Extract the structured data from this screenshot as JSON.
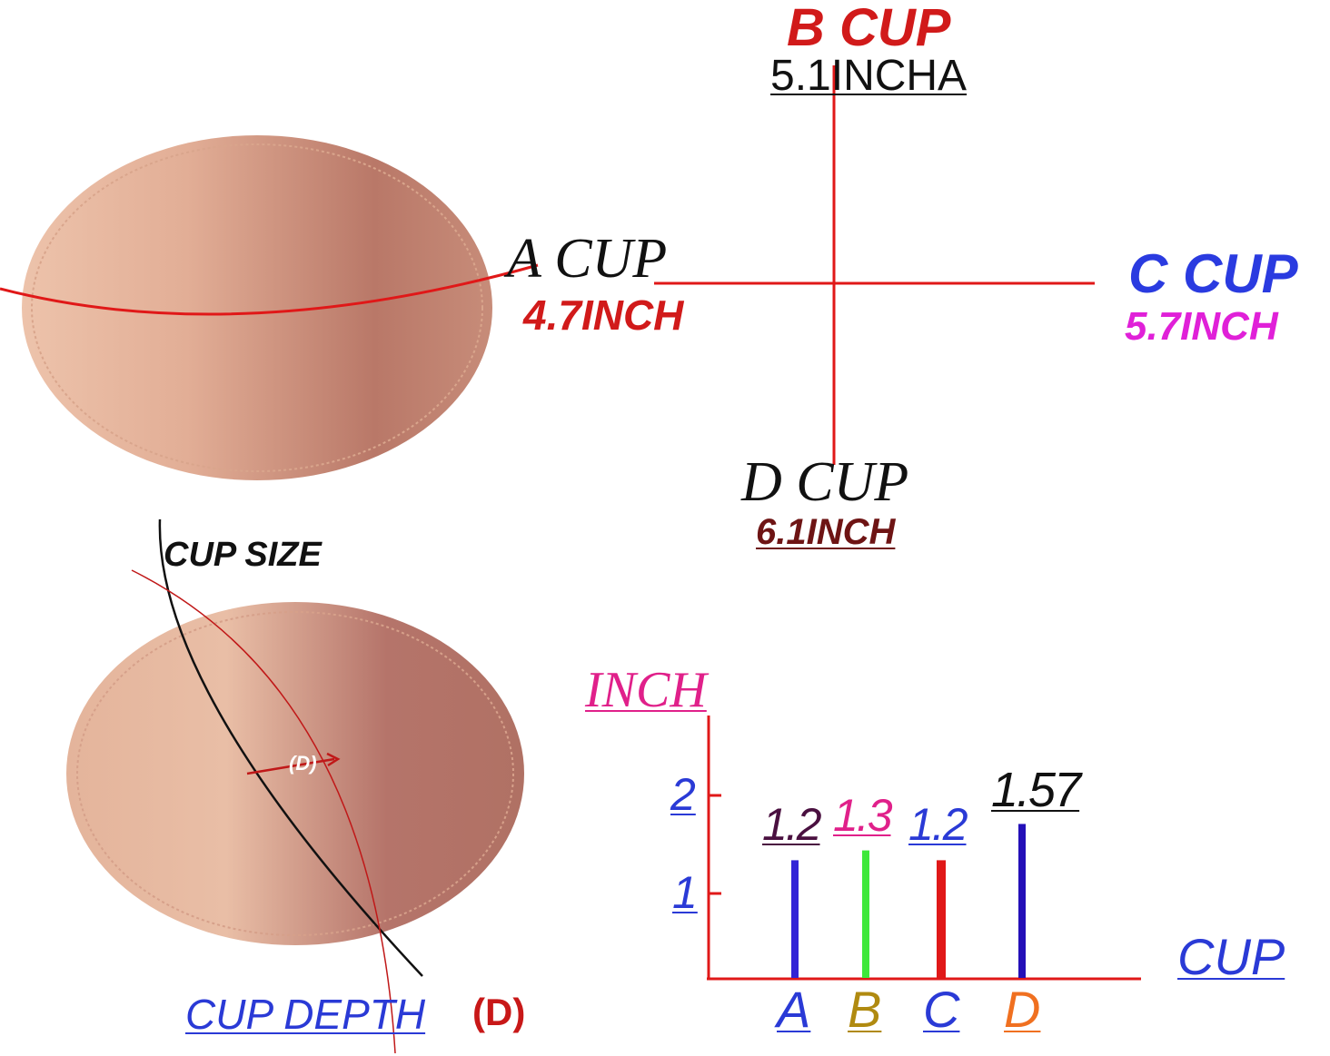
{
  "measurements": {
    "a_cup": {
      "name": "A  CUP",
      "value": "4.7INCH",
      "color": "#d11a1a"
    },
    "b_cup": {
      "name": "B CUP",
      "value": "5.1INCHA",
      "color": "#d11a1a"
    },
    "c_cup": {
      "name": "C CUP",
      "value": "5.7INCH",
      "name_color": "#2a3be0",
      "value_color": "#e020d8"
    },
    "d_cup": {
      "name": "D CUP",
      "value": "6.1INCH",
      "value_color": "#6e1414"
    }
  },
  "depth_diagram": {
    "title": "CUP SIZE",
    "marker": "(D)",
    "caption": "CUP DEPTH",
    "caption_suffix": "(D)"
  },
  "chart_data": {
    "type": "bar",
    "ylabel": "INCH",
    "xlabel": "CUP",
    "yticks": [
      "2",
      "1"
    ],
    "categories": [
      "A",
      "B",
      "C",
      "D"
    ],
    "values": [
      1.2,
      1.3,
      1.2,
      1.57
    ],
    "value_labels": [
      "1.2",
      "1.3",
      "1.2",
      "1.57"
    ],
    "bar_colors": [
      "#3324d6",
      "#3ee83a",
      "#e01818",
      "#2410b8"
    ],
    "value_label_colors": [
      "#4a1040",
      "#e0208a",
      "#2a3ad6",
      "#111111"
    ],
    "category_colors": [
      "#2a3ad6",
      "#b08a10",
      "#2a3ad6",
      "#f07020"
    ],
    "axis_color": "#e01818",
    "ylabel_color": "#e0208a",
    "tick_label_color": "#2a3ad6",
    "xlabel_color": "#2a3ad6"
  },
  "colors": {
    "pad_light": "#e8b9a0",
    "pad_dark": "#a86758",
    "line_red": "#e01818"
  }
}
